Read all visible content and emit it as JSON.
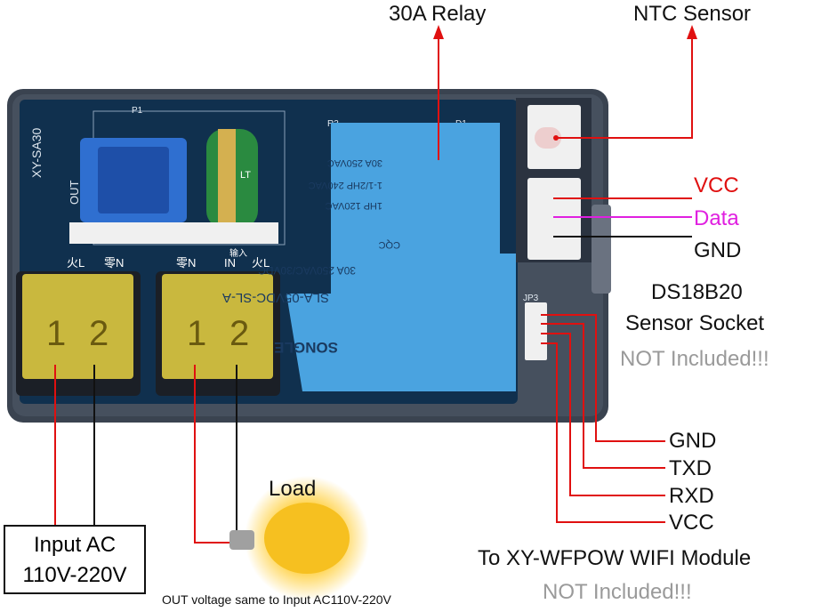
{
  "labels": {
    "relay": "30A Relay",
    "ntc": "NTC Sensor",
    "vcc_top": "VCC",
    "data": "Data",
    "gnd_top": "GND",
    "ds_line1": "DS18B20",
    "ds_line2": "Sensor Socket",
    "not_included_1": "NOT Included!!!",
    "gnd": "GND",
    "txd": "TXD",
    "rxd": "RXD",
    "vcc": "VCC",
    "wifi": "To XY-WFPOW WIFI Module",
    "not_included_2": "NOT Included!!!",
    "load": "Load",
    "input_line1": "Input AC",
    "input_line2": "110V-220V",
    "out_note": "OUT voltage same to Input AC110V-220V"
  },
  "board": {
    "model": "XY-SA30",
    "out_label": "OUT",
    "pcb_p1": "P1",
    "pcb_r3": "R3",
    "pcb_d1": "D1",
    "pcb_jp3": "JP3",
    "term_left": [
      "火L",
      "零N"
    ],
    "term_right": [
      "零N",
      "IN",
      "火L"
    ],
    "in_cn": "输入",
    "cap_text": "LT",
    "t1": "1",
    "t2": "2",
    "relay_lines": [
      "30A  250VAC",
      "1-1/2HP 240VAC",
      "1HP 120VAC",
      "30A  250VAC/30VDC",
      "SLA-05VDC-SL-A",
      "SONGLE"
    ],
    "relay_cqc": "CQC"
  },
  "colors": {
    "red_wire": "#e01010",
    "magenta_wire": "#e020e0",
    "black_wire": "#111111",
    "relay_blue": "#4aa3e0",
    "pcb": "#10304e",
    "case": "#3a4350",
    "terminal": "#d8c640"
  }
}
